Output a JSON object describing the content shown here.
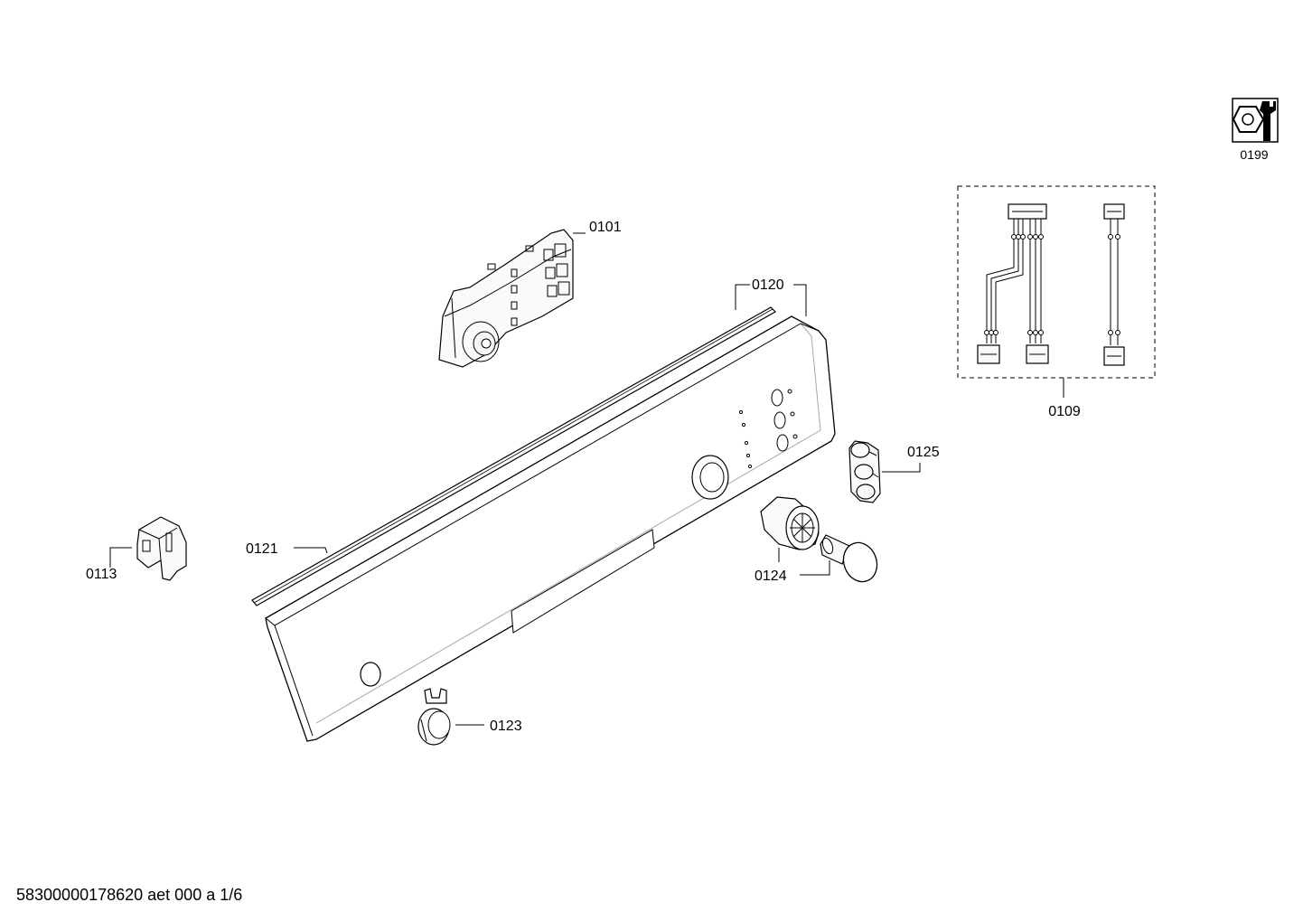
{
  "parts": {
    "p0101": "0101",
    "p0120": "0120",
    "p0109": "0109",
    "p0199": "0199",
    "p0125": "0125",
    "p0121": "0121",
    "p0113": "0113",
    "p0124": "0124",
    "p0123": "0123"
  },
  "footer": {
    "doc_id": "58300000178620 aet 000 a 1/6"
  },
  "icons": {
    "service_tool": "wrench-nut-icon"
  }
}
